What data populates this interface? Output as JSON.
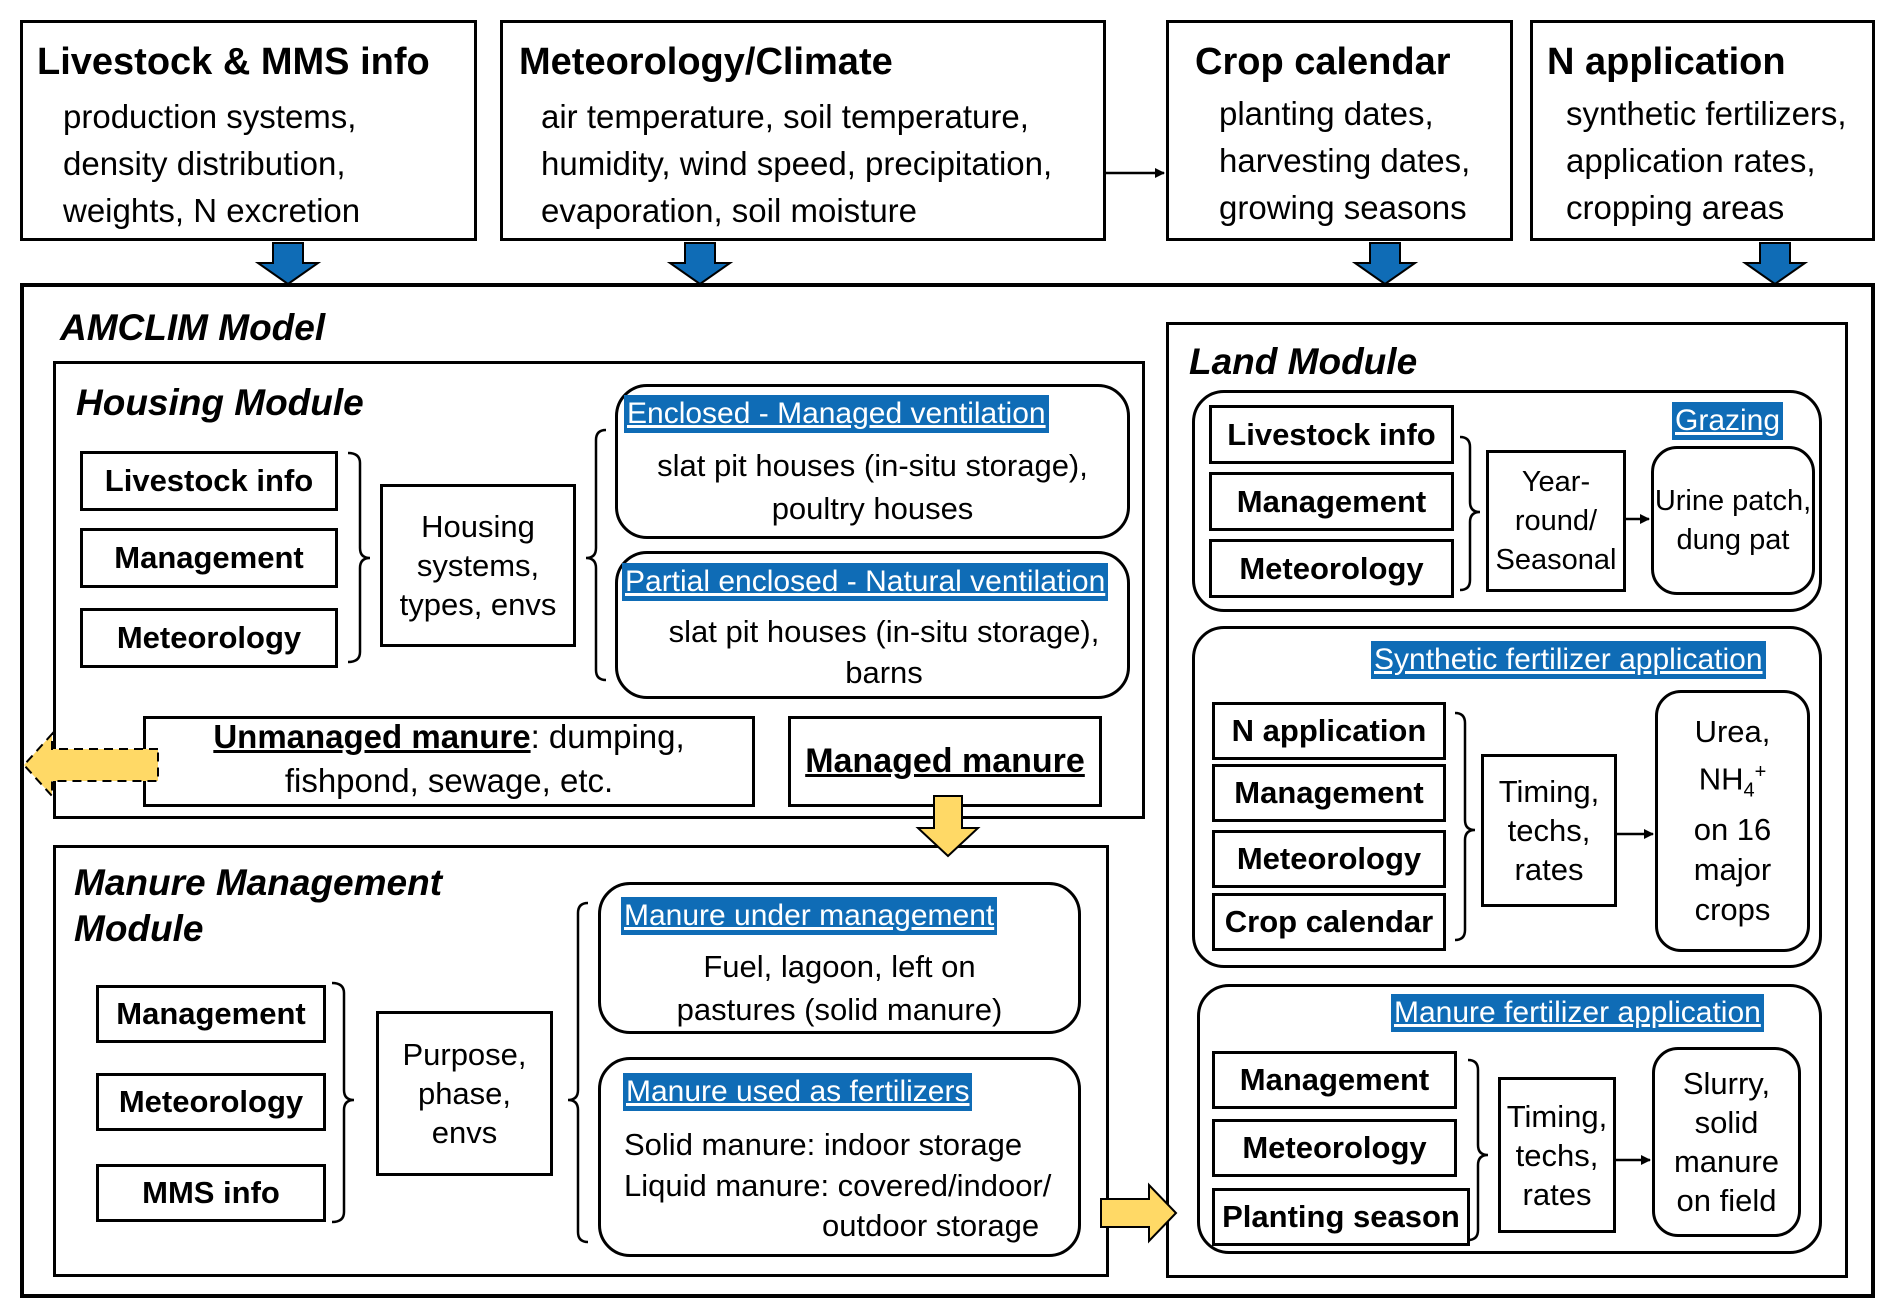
{
  "inputs": [
    {
      "title": "Livestock & MMS info",
      "lines": [
        "production systems,",
        "density distribution,",
        "weights, N excretion"
      ]
    },
    {
      "title": "Meteorology/Climate",
      "lines": [
        "air temperature, soil temperature,",
        "humidity, wind speed, precipitation,",
        "evaporation, soil moisture"
      ]
    },
    {
      "title": "Crop calendar",
      "lines": [
        "planting dates,",
        "harvesting dates,",
        "growing seasons"
      ]
    },
    {
      "title": "N application",
      "lines": [
        "synthetic fertilizers,",
        "application rates,",
        "cropping areas"
      ]
    }
  ],
  "model_title": "AMCLIM Model",
  "housing": {
    "title": "Housing Module",
    "inputs": [
      "Livestock info",
      "Management",
      "Meteorology"
    ],
    "center": [
      "Housing",
      "systems,",
      "types, envs"
    ],
    "enclosed": {
      "label": "Enclosed - Managed ventilation",
      "lines": [
        "slat pit houses (in-situ storage),",
        "poultry houses"
      ]
    },
    "partial": {
      "label": "Partial enclosed - Natural ventilation",
      "lines": [
        "slat pit houses (in-situ storage),",
        "barns"
      ]
    },
    "unmanaged_label": "Unmanaged manure",
    "unmanaged_rest": ": dumping,",
    "unmanaged_line2": "fishpond, sewage, etc.",
    "managed": "Managed manure"
  },
  "mms": {
    "title_line1": "Manure Management",
    "title_line2": "Module",
    "inputs": [
      "Management",
      "Meteorology",
      "MMS info"
    ],
    "center": [
      "Purpose,",
      "phase,",
      "envs"
    ],
    "under": {
      "label": "Manure under management",
      "lines": [
        "Fuel, lagoon, left on",
        "pastures (solid manure)"
      ]
    },
    "fert": {
      "label": "Manure used as fertilizers",
      "lines": [
        "Solid manure: indoor storage",
        "Liquid manure: covered/indoor/",
        "outdoor storage"
      ]
    }
  },
  "land": {
    "title": "Land Module",
    "grazing": {
      "label": "Grazing",
      "inputs": [
        "Livestock info",
        "Management",
        "Meteorology"
      ],
      "center": [
        "Year-",
        "round/",
        "Seasonal"
      ],
      "out": [
        "Urine patch,",
        "dung pat"
      ]
    },
    "synthetic": {
      "label": "Synthetic fertilizer application",
      "inputs": [
        "N application",
        "Management",
        "Meteorology",
        "Crop calendar"
      ],
      "center": [
        "Timing,",
        "techs,",
        "rates"
      ],
      "out_line1": "Urea,",
      "out_nh": "NH",
      "out_sub": "4",
      "out_sup": "+",
      "out_rest": [
        "on 16",
        "major",
        "crops"
      ]
    },
    "manure": {
      "label": "Manure fertilizer application",
      "inputs": [
        "Management",
        "Meteorology",
        "Planting season"
      ],
      "center": [
        "Timing,",
        "techs,",
        "rates"
      ],
      "out": [
        "Slurry,",
        "solid",
        "manure",
        "on field"
      ]
    }
  },
  "colors": {
    "arrow_blue": "#0f6cb6",
    "arrow_yellow": "#ffd966",
    "highlight": "#0f6cb6"
  }
}
